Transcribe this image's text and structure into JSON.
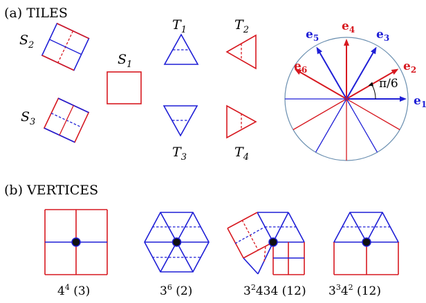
{
  "colors": {
    "red": "#d71920",
    "blue": "#1f1fd6",
    "circle": "#6a8fb0",
    "dot": "#111111"
  },
  "panel_a": {
    "title": "(a) TILES",
    "tiles": {
      "S1": {
        "letter": "S",
        "index": "1"
      },
      "S2": {
        "letter": "S",
        "index": "2"
      },
      "S3": {
        "letter": "S",
        "index": "3"
      },
      "T1": {
        "letter": "T",
        "index": "1"
      },
      "T2": {
        "letter": "T",
        "index": "2"
      },
      "T3": {
        "letter": "T",
        "index": "3"
      },
      "T4": {
        "letter": "T",
        "index": "4"
      }
    },
    "vectors": [
      {
        "letter": "e",
        "index": "1",
        "color": "blue"
      },
      {
        "letter": "e",
        "index": "2",
        "color": "red"
      },
      {
        "letter": "e",
        "index": "3",
        "color": "blue"
      },
      {
        "letter": "e",
        "index": "4",
        "color": "red"
      },
      {
        "letter": "e",
        "index": "5",
        "color": "blue"
      },
      {
        "letter": "e",
        "index": "6",
        "color": "red"
      }
    ],
    "angle_label": "π/6"
  },
  "panel_b": {
    "title": "(b) VERTICES",
    "vertices": [
      {
        "parts": [
          {
            "t": "4"
          },
          {
            "s": "4"
          },
          {
            "t": " (3)"
          }
        ]
      },
      {
        "parts": [
          {
            "t": "3"
          },
          {
            "s": "6"
          },
          {
            "t": " (2)"
          }
        ]
      },
      {
        "parts": [
          {
            "t": "3"
          },
          {
            "s": "2"
          },
          {
            "t": "434 (12)"
          }
        ]
      },
      {
        "parts": [
          {
            "t": "3"
          },
          {
            "s": "3"
          },
          {
            "t": "4"
          },
          {
            "s": "2"
          },
          {
            "t": " (12)"
          }
        ]
      }
    ]
  }
}
